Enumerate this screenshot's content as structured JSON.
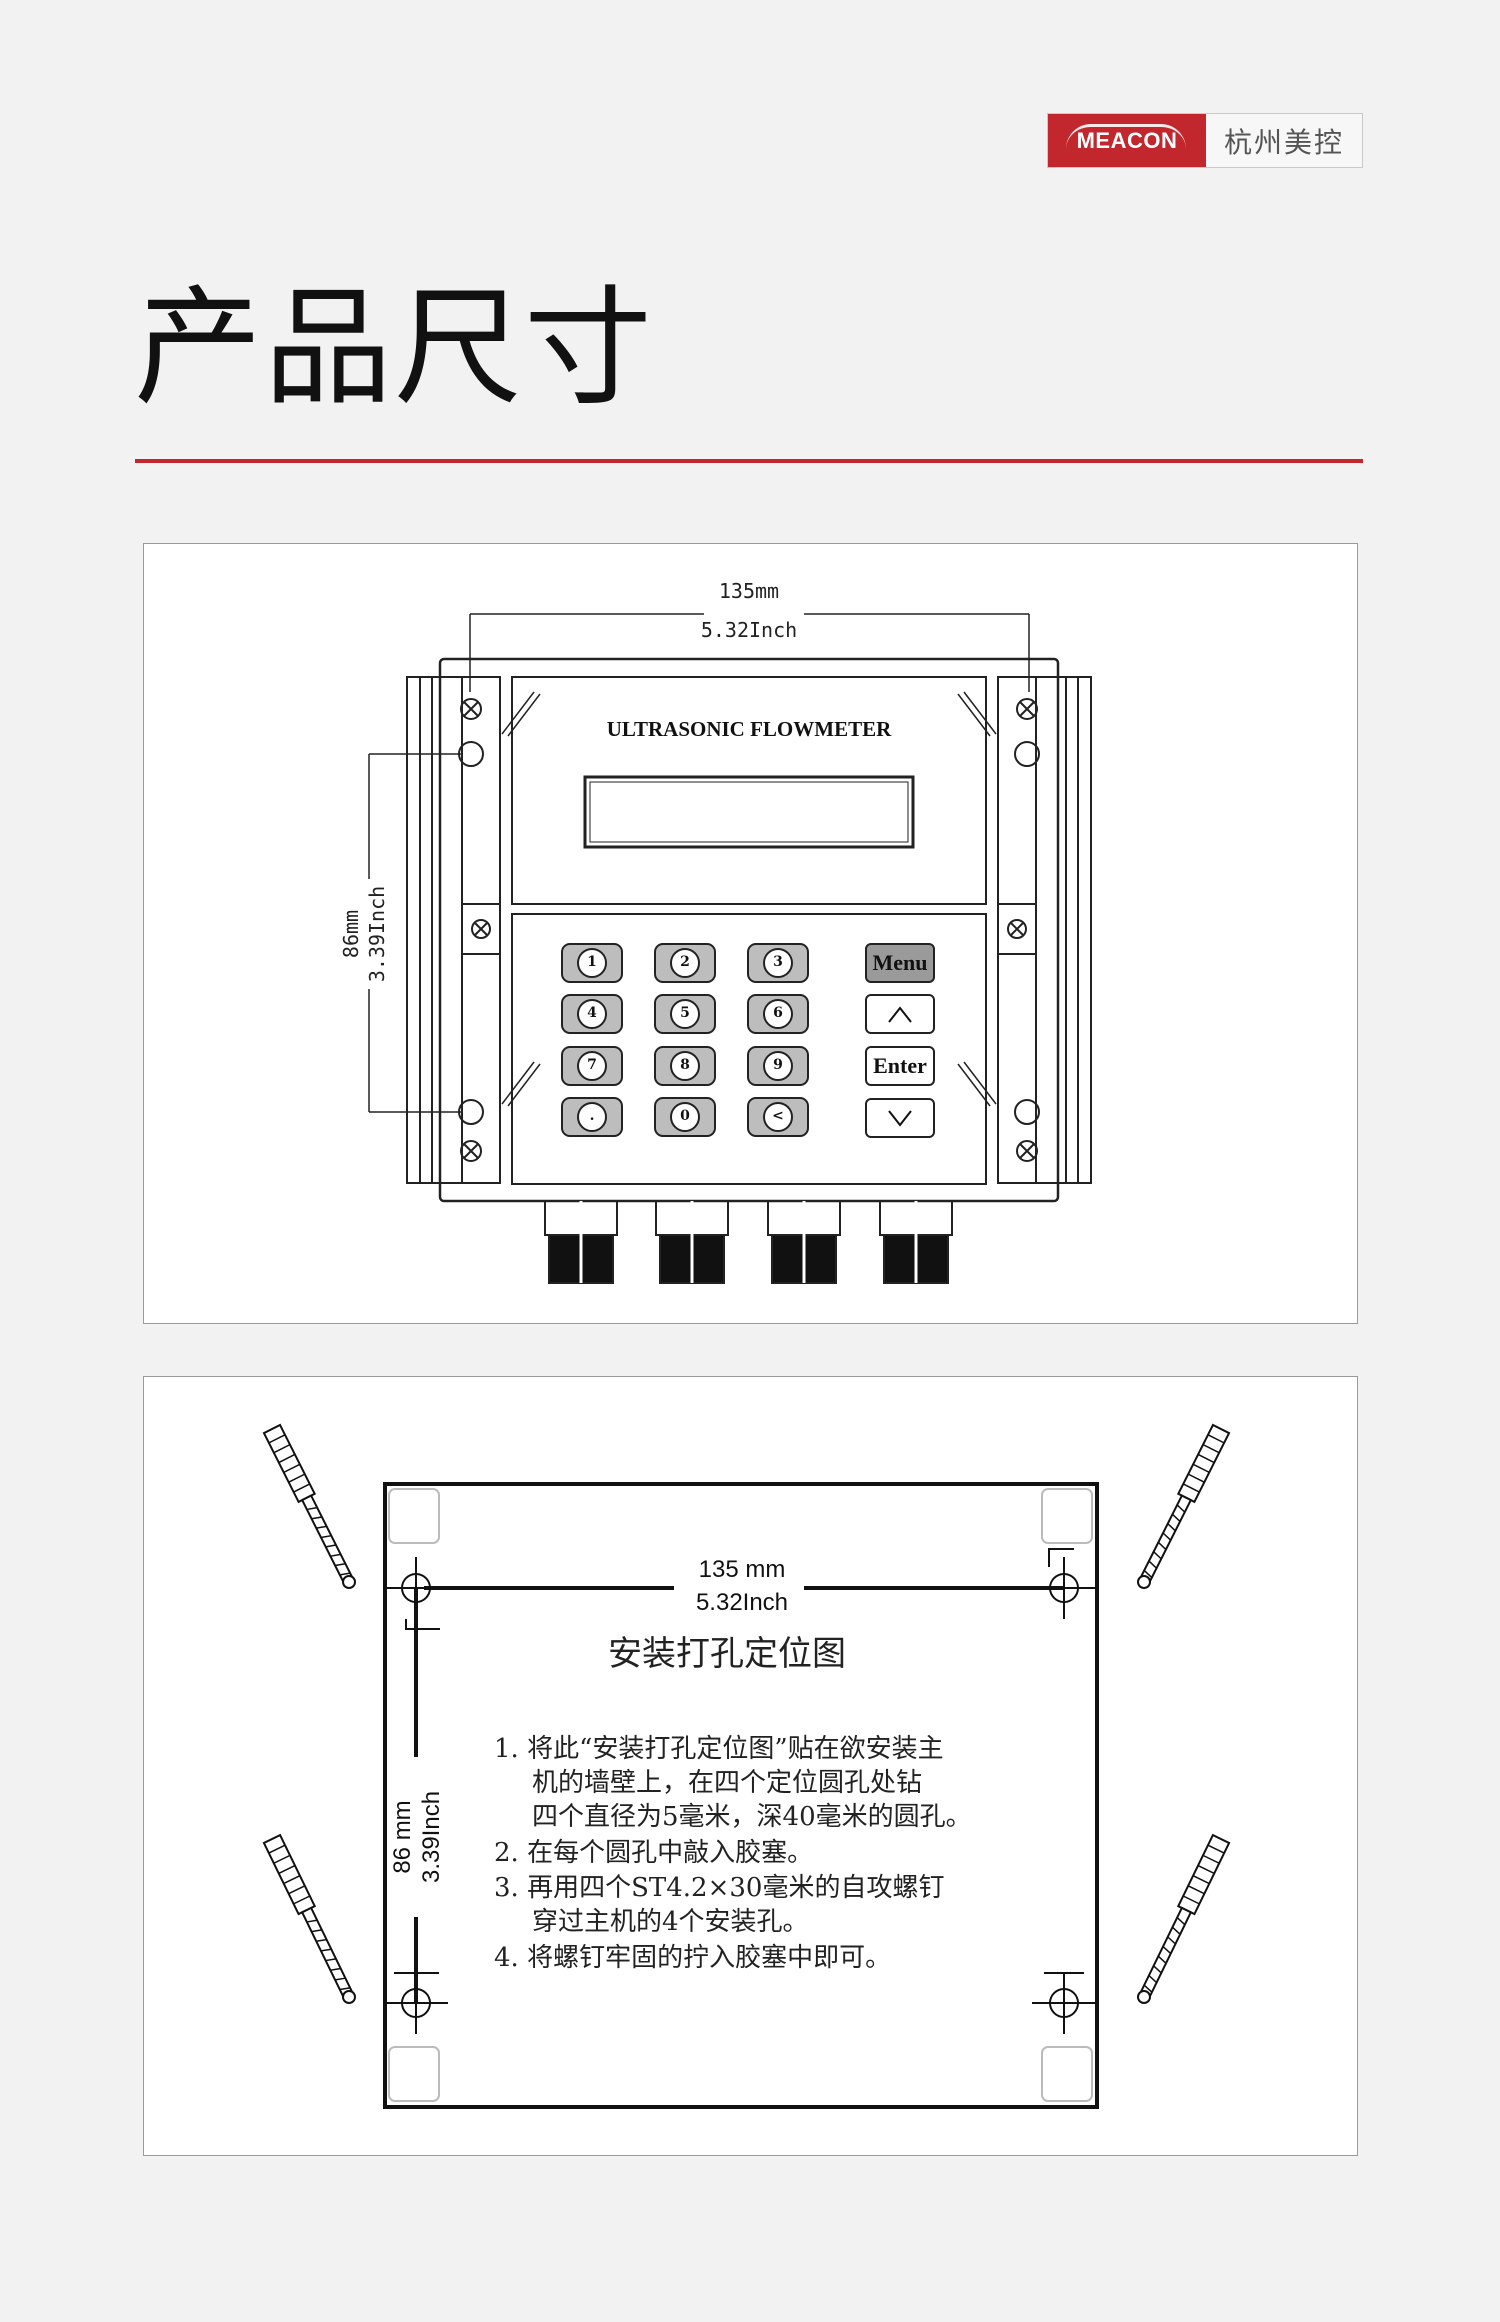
{
  "brand": {
    "logo_text": "MEACON",
    "cn_name": "杭州美控",
    "color": "#c1272d"
  },
  "page_title": "产品尺寸",
  "front_view": {
    "width_mm": "135mm",
    "width_inch": "5.32Inch",
    "height_mm": "86mm",
    "height_inch": "3.39Inch",
    "device_label": "ULTRASONIC FLOWMETER",
    "keypad_numbers": [
      "1",
      "2",
      "3",
      "4",
      "5",
      "6",
      "7",
      "8",
      "9",
      ".",
      "0",
      "<"
    ],
    "menu_label": "Menu",
    "enter_label": "Enter",
    "up_arrow": "^",
    "down_arrow": "v"
  },
  "template": {
    "width_mm": "135 mm",
    "width_inch": "5.32Inch",
    "height_mm": "86 mm",
    "height_inch": "3.39Inch",
    "title": "安装打孔定位图",
    "instructions": [
      "1. 将此“安装打孔定位图”贴在欲安装主",
      "机的墙壁上，在四个定位圆孔处钻",
      "四个直径为5毫米，深40毫米的圆孔。",
      "2. 在每个圆孔中敲入胶塞。",
      "3. 再用四个ST4.2×30毫米的自攻螺钉",
      "穿过主机的4个安装孔。",
      "4. 将螺钉牢固的拧入胶塞中即可。"
    ]
  }
}
